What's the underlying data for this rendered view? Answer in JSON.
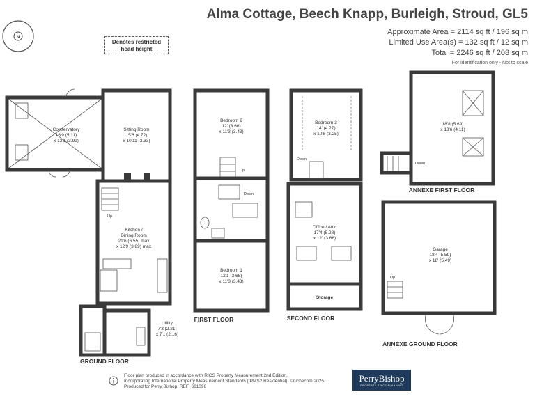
{
  "header": {
    "title": "Alma Cottage, Beech Knapp, Burleigh, Stroud, GL5",
    "approx_area": "Approximate Area = 2114 sq ft / 196 sq m",
    "limited_area": "Limited Use Area(s) = 132 sq ft / 12 sq m",
    "total": "Total = 2246 sq ft / 208 sq m",
    "note": "For identification only - Not to scale"
  },
  "compass": {
    "label": "N",
    "icon": "compass-icon"
  },
  "restricted_note": "Denotes restricted head height",
  "floors": {
    "ground": "GROUND FLOOR",
    "first": "FIRST FLOOR",
    "second": "SECOND FLOOR",
    "annexe_first": "ANNEXE FIRST FLOOR",
    "annexe_ground": "ANNEXE GROUND FLOOR"
  },
  "rooms": {
    "conservatory": {
      "name": "Conservatory",
      "dims1": "16'9 (5.11)",
      "dims2": "x 13'1 (3.99)"
    },
    "sitting": {
      "name": "Sitting Room",
      "dims1": "15'6 (4.72)",
      "dims2": "x 10'11 (3.33)"
    },
    "kitchen": {
      "name1": "Kitchen /",
      "name2": "Dining Room",
      "dims1": "21'6 (6.55) max",
      "dims2": "x 12'9 (3.89) max"
    },
    "utility": {
      "name": "Utility",
      "dims1": "7'3 (2.21)",
      "dims2": "x 7'1 (2.16)"
    },
    "bedroom2": {
      "name": "Bedroom 2",
      "dims1": "12' (3.66)",
      "dims2": "x 11'3 (3.43)"
    },
    "bedroom1": {
      "name": "Bedroom 1",
      "dims1": "12'1 (3.68)",
      "dims2": "x 11'3 (3.43)"
    },
    "bedroom3": {
      "name": "Bedroom 3",
      "dims1": "14' (4.27)",
      "dims2": "x 10'8 (3.25)"
    },
    "office": {
      "name": "Office / Attic",
      "dims1": "17'4 (5.28)",
      "dims2": "x 12' (3.66)"
    },
    "storage": {
      "name": "Storage"
    },
    "annexe_room": {
      "dims1": "18'8 (5.69)",
      "dims2": "x 13'6 (4.11)"
    },
    "garage": {
      "name": "Garage",
      "dims1": "18'4 (5.59)",
      "dims2": "x 18' (5.49)"
    }
  },
  "stairs": {
    "up": "Up",
    "down": "Down"
  },
  "footer": {
    "line1": "Floor plan produced in accordance with RICS Property Measurement 2nd Edition,",
    "line2": "Incorporating International Property Measurement Standards (IPMS2 Residential). ©nichecom 2025.",
    "line3": "Produced for Perry Bishop.   REF: 661096",
    "logo": "PerryBishop",
    "logo_tag": "PROPERTY SINCE PLANNING"
  }
}
